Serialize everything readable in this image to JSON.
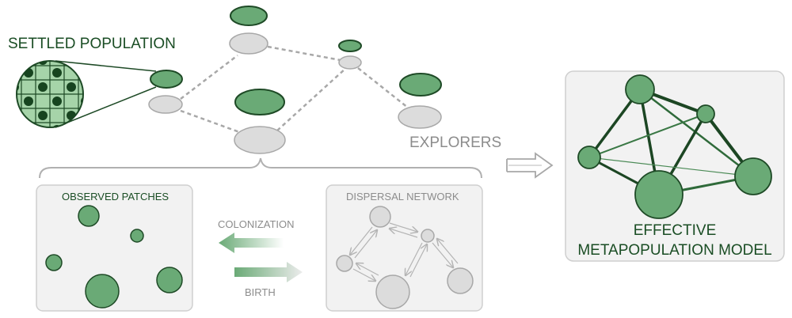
{
  "labels": {
    "settled_population": "SETTLED POPULATION",
    "explorers": "EXPLORERS",
    "observed_patches": "OBSERVED PATCHES",
    "dispersal_network": "DISPERSAL NETWORK",
    "colonization": "COLONIZATION",
    "birth": "BIRTH",
    "effective_line1": "EFFECTIVE",
    "effective_line2": "METAPOPULATION MODEL"
  },
  "colors": {
    "green_fill": "#6aaa76",
    "green_stroke": "#1e4a26",
    "dark_green_text": "#1a4d24",
    "grey_fill": "#dcdcdc",
    "grey_stroke": "#a8a8a8",
    "panel_bg": "#f2f2f2",
    "panel_border": "#c8c8c8",
    "grey_text": "#8c8c8c"
  }
}
